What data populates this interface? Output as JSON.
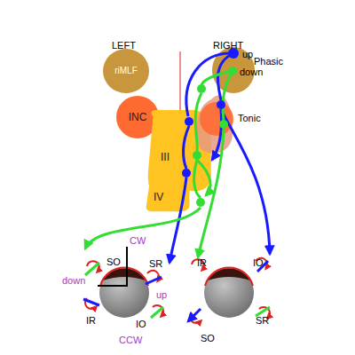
{
  "diagram": {
    "nodes": [
      {
        "text": [
          "riMLF"
        ]
      },
      {
        "text": [
          "INC"
        ]
      },
      {
        "text": [
          "III"
        ]
      },
      {
        "text": [
          "IV"
        ]
      }
    ],
    "labels": [
      "LEFT",
      "RIGHT",
      "up",
      "down",
      "Phasic",
      "Tonic",
      "CW",
      "SO",
      "SR",
      "down",
      "up",
      "IR",
      "IO",
      "CCW",
      "IR",
      "IO",
      "SO",
      "SR"
    ]
  }
}
